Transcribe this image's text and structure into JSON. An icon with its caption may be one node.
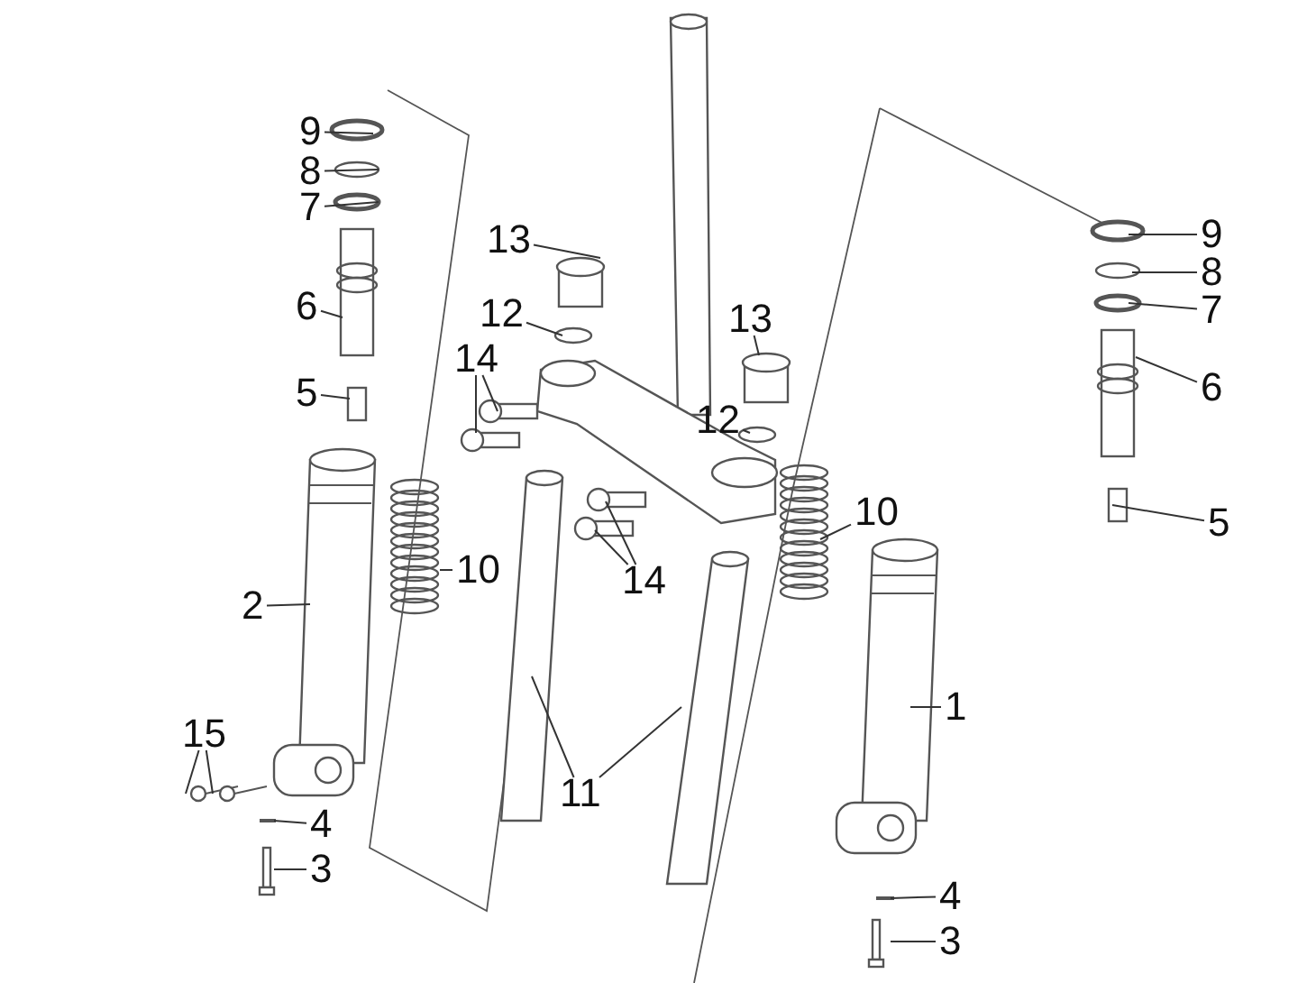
{
  "diagram": {
    "nodes": [
      {
        "text": [
          "9"
        ]
      },
      {
        "text": [
          "8"
        ]
      },
      {
        "text": [
          "7"
        ]
      },
      {
        "text": [
          "13"
        ]
      },
      {
        "text": [
          "12"
        ]
      },
      {
        "text": [
          "6"
        ]
      },
      {
        "text": [
          "13"
        ]
      },
      {
        "text": [
          "14"
        ]
      },
      {
        "text": [
          "12"
        ]
      },
      {
        "text": [
          "5"
        ]
      },
      {
        "text": [
          "9"
        ]
      },
      {
        "text": [
          "8"
        ]
      },
      {
        "text": [
          "7"
        ]
      },
      {
        "text": [
          "6"
        ]
      },
      {
        "text": [
          "5"
        ]
      },
      {
        "text": [
          "2"
        ]
      },
      {
        "text": [
          "10"
        ]
      },
      {
        "text": [
          "14"
        ]
      },
      {
        "text": [
          "10"
        ]
      },
      {
        "text": [
          "1"
        ]
      },
      {
        "text": [
          "15"
        ]
      },
      {
        "text": [
          "11"
        ]
      },
      {
        "text": [
          "4"
        ]
      },
      {
        "text": [
          "3"
        ]
      },
      {
        "text": [
          "4"
        ]
      },
      {
        "text": [
          "3"
        ]
      }
    ],
    "edges": [
      {
        "from": 0,
        "to": null,
        "arrow": "none"
      },
      {
        "from": 1,
        "to": null,
        "arrow": "none"
      },
      {
        "from": 2,
        "to": null,
        "arrow": "none"
      },
      {
        "from": 3,
        "to": null,
        "arrow": "none"
      },
      {
        "from": 4,
        "to": null,
        "arrow": "none"
      },
      {
        "from": 5,
        "to": null,
        "arrow": "none"
      },
      {
        "from": 6,
        "to": null,
        "arrow": "none"
      },
      {
        "from": 7,
        "to": null,
        "arrow": "none"
      },
      {
        "from": 7,
        "to": null,
        "arrow": "none"
      },
      {
        "from": 8,
        "to": null,
        "arrow": "none"
      },
      {
        "from": 9,
        "to": null,
        "arrow": "none"
      },
      {
        "from": 10,
        "to": null,
        "arrow": "none"
      },
      {
        "from": 11,
        "to": null,
        "arrow": "none"
      },
      {
        "from": 12,
        "to": null,
        "arrow": "none"
      },
      {
        "from": 13,
        "to": null,
        "arrow": "none"
      },
      {
        "from": 14,
        "to": null,
        "arrow": "none"
      },
      {
        "from": 15,
        "to": null,
        "arrow": "none"
      },
      {
        "from": 16,
        "to": null,
        "arrow": "none"
      },
      {
        "from": 17,
        "to": null,
        "arrow": "none"
      },
      {
        "from": 17,
        "to": null,
        "arrow": "none"
      },
      {
        "from": 18,
        "to": null,
        "arrow": "none"
      },
      {
        "from": 19,
        "to": null,
        "arrow": "none"
      },
      {
        "from": 20,
        "to": null,
        "arrow": "none"
      },
      {
        "from": 20,
        "to": null,
        "arrow": "none"
      },
      {
        "from": 21,
        "to": null,
        "arrow": "none"
      },
      {
        "from": 21,
        "to": null,
        "arrow": "none"
      },
      {
        "from": 22,
        "to": null,
        "arrow": "none"
      },
      {
        "from": 23,
        "to": null,
        "arrow": "none"
      },
      {
        "from": 24,
        "to": null,
        "arrow": "none"
      },
      {
        "from": 25,
        "to": null,
        "arrow": "none"
      }
    ]
  }
}
